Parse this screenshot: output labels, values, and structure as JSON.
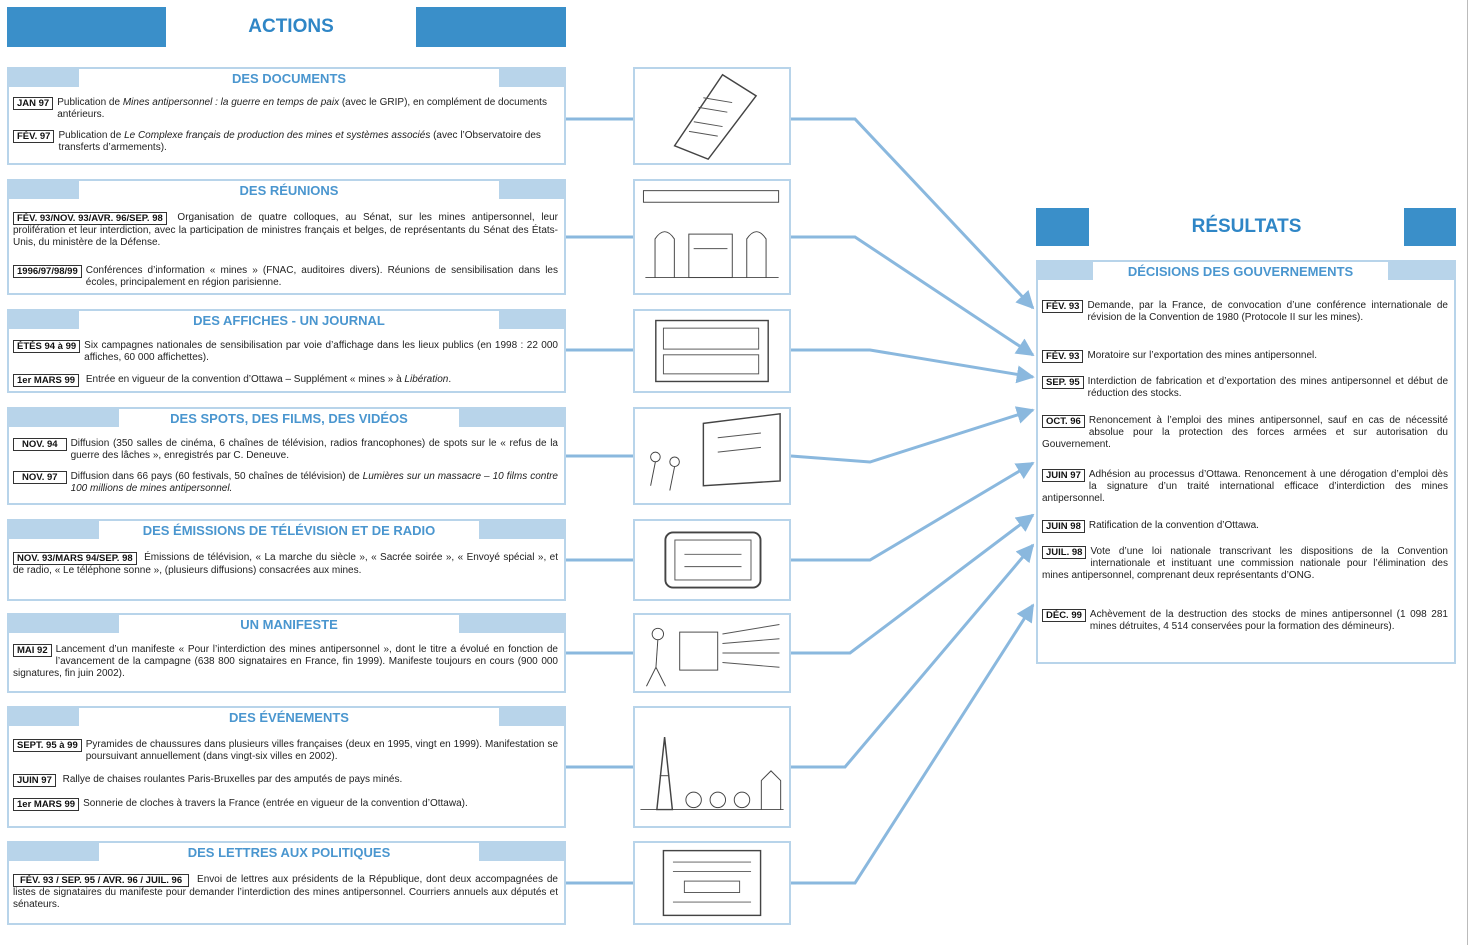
{
  "actions": {
    "title": "ACTIONS",
    "sections": [
      {
        "title": "DES DOCUMENTS",
        "entries": [
          {
            "date": "JAN 97",
            "text_before": "Publication de ",
            "italic": "Mines antipersonnel : la guerre en temps de paix",
            "text_after": " (avec le GRIP), en complément de documents antérieurs."
          },
          {
            "date": "FÉV. 97",
            "text_before": "Publication de ",
            "italic": "Le Complexe français de production des mines et systèmes associés",
            "text_after": " (avec l’Observatoire des transferts d’armements)."
          }
        ]
      },
      {
        "title": "DES RÉUNIONS",
        "entries": [
          {
            "date": "FÉV. 93/NOV. 93/AVR. 96/SEP. 98",
            "text": "Organisation de quatre colloques, au Sénat, sur les mines antipersonnel, leur prolifération et leur interdiction, avec la participation de ministres français et belges, de représentants du Sénat des États-Unis, du ministère de la Défense."
          },
          {
            "date": "1996/97/98/99",
            "text": "Conférences d’information « mines » (FNAC, auditoires divers). Réunions de sensibilisation dans les écoles, principalement en région parisienne."
          }
        ]
      },
      {
        "title": "DES AFFICHES - UN JOURNAL",
        "entries": [
          {
            "date": "ÉTÉS 94 à 99",
            "text": "Six campagnes nationales de sensibilisation par voie d’affichage dans les lieux publics (en 1998 : 22 000 affiches, 60 000 affichettes)."
          },
          {
            "date": "1er MARS 99",
            "text_before": "Entrée en vigueur de la convention d’Ottawa – Supplément « mines » à ",
            "italic": "Libération",
            "text_after": "."
          }
        ]
      },
      {
        "title": "DES SPOTS, DES FILMS, DES VIDÉOS",
        "entries": [
          {
            "date": "NOV. 94",
            "text": "Diffusion (350 salles de cinéma, 6 chaînes de télévision, radios francophones) de spots sur le « refus de la guerre des lâches », enregistrés par C. Deneuve."
          },
          {
            "date": "NOV. 97",
            "text_before": "Diffusion dans 66 pays (60 festivals, 50 chaînes de télévision) de ",
            "italic": "Lumières sur un massacre – 10 films contre 100 millions de mines antipersonnel.",
            "text_after": ""
          }
        ]
      },
      {
        "title": "DES ÉMISSIONS DE TÉLÉVISION ET DE RADIO",
        "entries": [
          {
            "date": "NOV. 93/MARS 94/SEP. 98",
            "text": "Émissions de télévision, « La marche du siècle », « Sacrée soirée », « Envoyé spécial », et de radio, « Le téléphone sonne », (plusieurs diffusions) consacrées aux mines."
          }
        ]
      },
      {
        "title": "UN MANIFESTE",
        "entries": [
          {
            "date": "MAI 92",
            "text": "Lancement d’un manifeste « Pour l’interdiction des mines antipersonnel », dont le titre a évolué en fonction de l’avancement de la campagne (638 800 signataires en France, fin 1999). Manifeste toujours en cours (900 000 signatures, fin juin 2002)."
          }
        ]
      },
      {
        "title": "DES ÉVÉNEMENTS",
        "entries": [
          {
            "date": "SEPT. 95 à 99",
            "text": "Pyramides de chaussures dans plusieurs villes françaises (deux en 1995, vingt en 1999). Manifestation se poursuivant annuellement (dans vingt-six villes en 2002)."
          },
          {
            "date": "JUIN 97",
            "text": "Rallye de chaises roulantes Paris-Bruxelles par des amputés de pays minés."
          },
          {
            "date": "1er MARS 99",
            "text": "Sonnerie de cloches à travers la France (entrée en vigueur de la convention d’Ottawa)."
          }
        ]
      },
      {
        "title": "DES LETTRES AUX POLITIQUES",
        "entries": [
          {
            "date": "FÉV. 93 / SEP. 95 / AVR. 96 / JUIL. 96",
            "text": "Envoi de lettres aux présidents de la République, dont deux accompagnées de listes de signataires du manifeste pour demander l’interdiction des mines antipersonnel. Courriers annuels aux députés et sénateurs."
          }
        ]
      }
    ]
  },
  "results": {
    "title": "RÉSULTATS",
    "section_title": "DÉCISIONS DES GOUVERNEMENTS",
    "entries": [
      {
        "date": "FÉV. 93",
        "text": "Demande, par la France, de convocation d’une conférence internationale de révision de la Convention de 1980 (Protocole II sur les mines)."
      },
      {
        "date": "FÉV. 93",
        "text": "Moratoire sur l’exportation des mines antipersonnel."
      },
      {
        "date": "SEP. 95",
        "text": "Interdiction de fabrication et d’exportation des mines antipersonnel et début de réduction des stocks."
      },
      {
        "date": "OCT. 96",
        "text": "Renoncement à l’emploi des mines antipersonnel, sauf en cas de nécessité absolue pour la protection des forces armées et sur autorisation du Gouvernement."
      },
      {
        "date": "JUIN 97",
        "text": "Adhésion au processus d’Ottawa. Renoncement à une dérogation d’emploi dès la signature d’un traité international efficace d’interdiction des mines antipersonnel."
      },
      {
        "date": "JUIN 98",
        "text": "Ratification de la convention d’Ottawa."
      },
      {
        "date": "JUIL. 98",
        "text": "Vote d’une loi nationale transcrivant les dispositions de la Convention internationale et instituant une commission nationale pour l’élimination des mines antipersonnel, comprenant deux représentants d’ONG."
      },
      {
        "date": "DÉC. 99",
        "text": "Achèvement de la destruction des stocks de mines antipersonnel (1 098 281 mines détruites, 4 514 conservées pour la formation des démineurs)."
      }
    ]
  },
  "colors": {
    "accent": "#3a8fc9",
    "light": "#b8d4ea",
    "title_text": "#4a96cf"
  }
}
